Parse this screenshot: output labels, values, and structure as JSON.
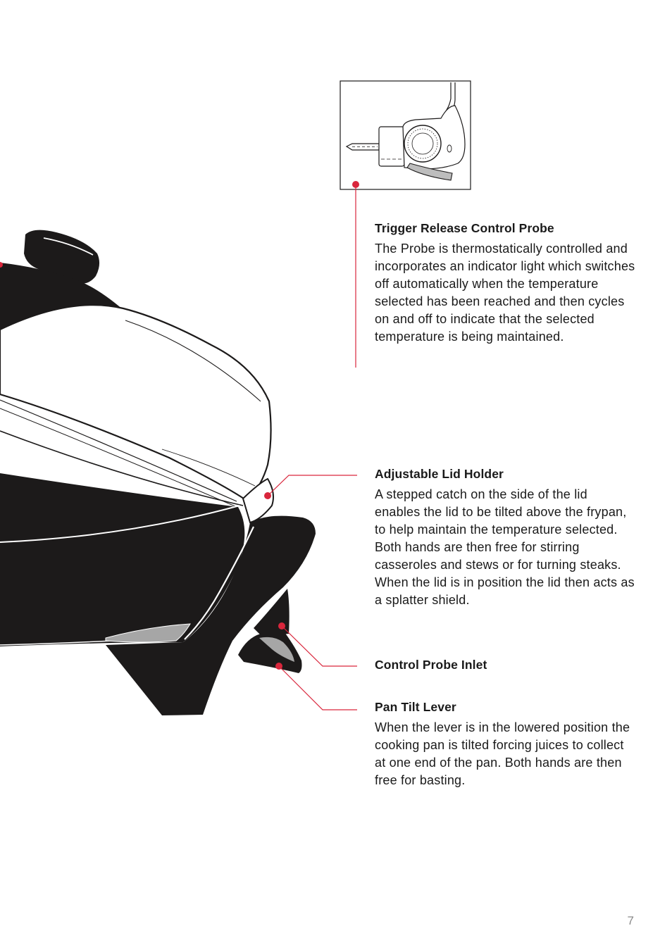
{
  "features": [
    {
      "title": "Trigger Release Control Probe",
      "body": "The Probe is thermostatically controlled and incorporates an indicator light which switches off automatically when the temperature selected has been reached and then cycles on and off to indicate that the selected temperature is being maintained."
    },
    {
      "title": "Adjustable Lid Holder",
      "body": "A stepped catch on the side of the lid enables the lid to be tilted above the frypan, to help maintain the temperature selected. Both hands are then free for stirring casseroles and stews or for turning steaks. When the lid is in position the lid then acts as a splatter shield."
    },
    {
      "title": "Control Probe Inlet"
    },
    {
      "title": "Pan Tilt Lever",
      "body": "When the lever is in the lowered position the cooking pan is tilted forcing juices to collect at one end of the pan. Both hands are then free for basting."
    }
  ],
  "page_number": "7",
  "colors": {
    "callout_red": "#d9263c",
    "appliance_black": "#1c1a1a"
  }
}
